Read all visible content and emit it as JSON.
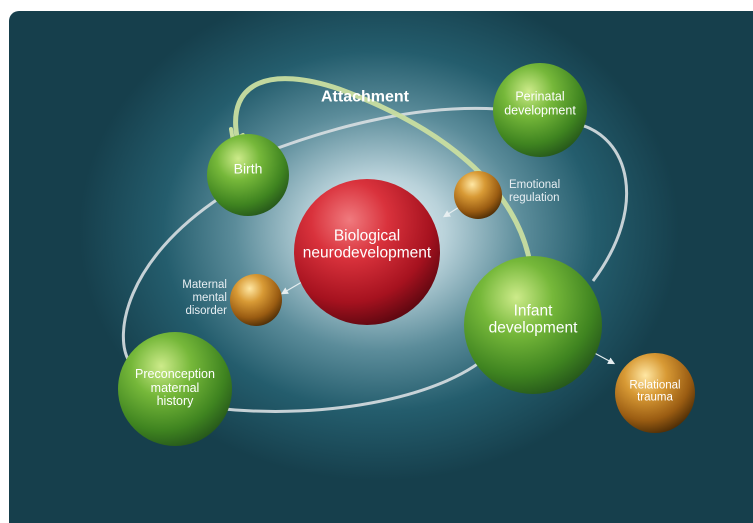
{
  "diagram": {
    "attachment_label": "Attachment",
    "nodes": {
      "biological": "Biological\nneurodevelopment",
      "birth": "Birth",
      "perinatal": "Perinatal\ndevelopment",
      "infant": "Infant\ndevelopment",
      "preconception": "Preconception\nmaternal\nhistory",
      "emotional": "Emotional\nregulation",
      "maternal_mental": "Maternal\nmental\ndisorder",
      "relational": "Relational\ntrauma"
    },
    "colors": {
      "green_node": "#4f9a2a",
      "red_node": "#b3182b",
      "gold_node": "#b9781c",
      "orbit": "#d8dfe2",
      "attachment_arrow": "#c9dea0"
    }
  }
}
